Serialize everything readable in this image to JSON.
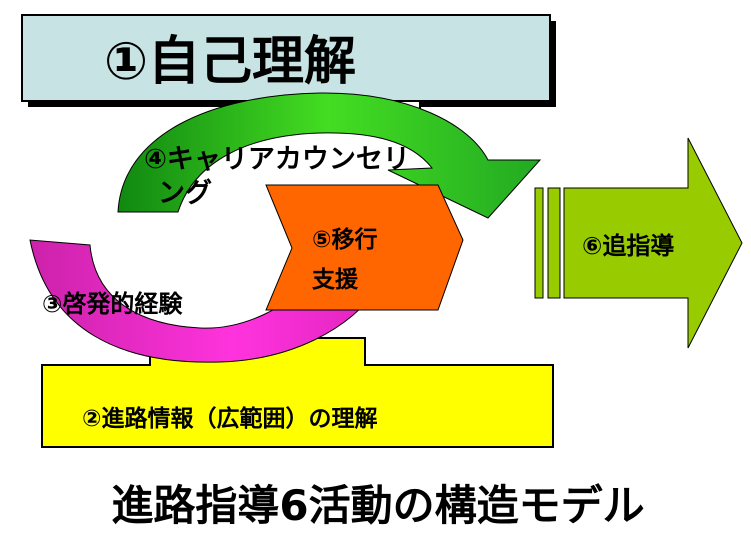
{
  "diagram": {
    "title": "進路指導6活動の構造モデル",
    "step1_label": "①自己理解",
    "step2_label": "②進路情報（広範囲）の理解",
    "step3_label": "③啓発的経験",
    "step4_line1": "④キャリアカウンセリ",
    "step4_line2": "ング",
    "step5_line1": "⑤移行",
    "step5_line2": "支援",
    "step6_label": "⑥追指導"
  },
  "colors": {
    "step1_fill": "#c8e3e3",
    "step2_fill": "#ffff00",
    "step3_fill": "#ee22cc",
    "step4_fill": "#33bb22",
    "step5_fill": "#ff6600",
    "step6_fill": "#99cc00"
  }
}
